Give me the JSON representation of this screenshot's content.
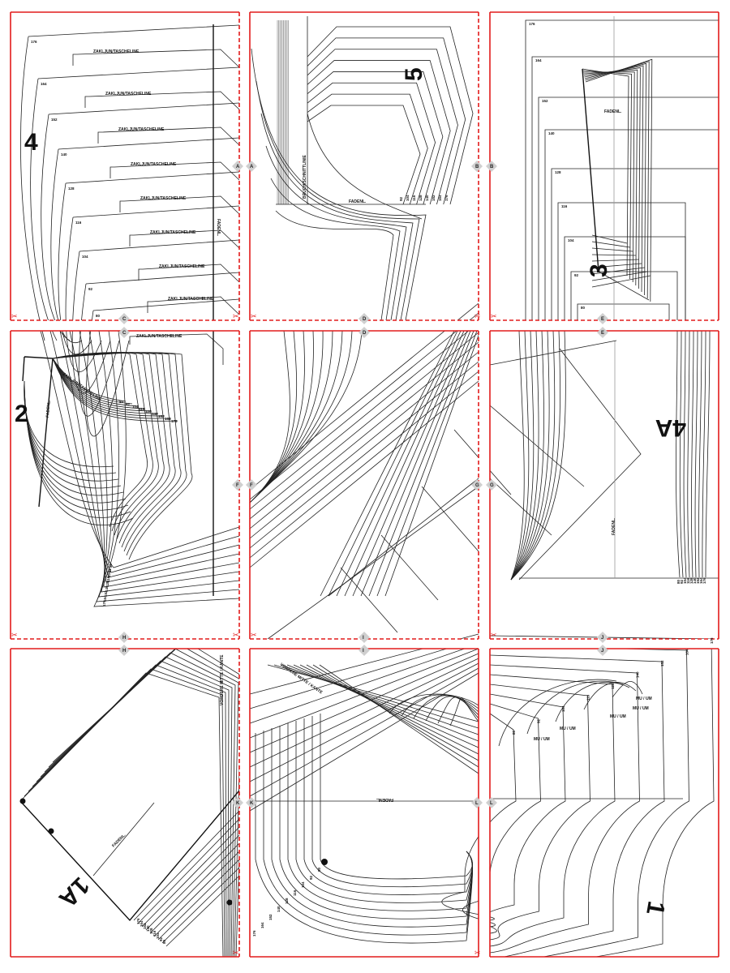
{
  "sheet": {
    "border_color": "#e21b1b",
    "marker_color": "#cfcfcf",
    "line_color": "#222222"
  },
  "pieces": {
    "p4": "4",
    "p5": "5",
    "p3": "3",
    "p2": "2",
    "p4a": "4A",
    "p1a": "1A",
    "p1": "1"
  },
  "labels": {
    "pocket_line": "ZAKLJUN/TASCHELINE",
    "grain": "FADENL.",
    "fold_line": "BRUCH/SCHNITTLINIE",
    "mu_um": "MU / UM",
    "front_edge": "VORDERE MITTE / KANTE"
  },
  "sizes": [
    "176",
    "164",
    "152",
    "140",
    "128",
    "116",
    "104",
    "92",
    "80"
  ],
  "markers": [
    "A",
    "B",
    "C",
    "D",
    "E",
    "F",
    "G",
    "H",
    "I",
    "J",
    "K",
    "L"
  ],
  "icons": {
    "cut": "scissors-icon"
  }
}
